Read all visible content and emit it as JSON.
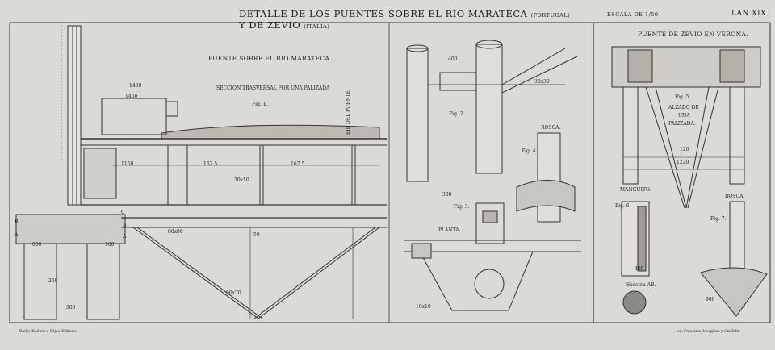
{
  "header": {
    "title_main": "DETALLE DE LOS PUENTES SOBRE EL RIO MARATECA",
    "title_portugal": "(PORTUGAL)",
    "title_mid": "Y DE ZEVIO",
    "title_italia": "(ITALIA)",
    "escala": "ESCALA DE 1/50",
    "lamina": "LAN XIX"
  },
  "left_panel": {
    "title": "PUENTE SOBRE EL RIO MARATECA.",
    "subtitle": "SECCION TRASVERSAL POR UNA PALIZADA",
    "fig": "Fig. 1.",
    "axis_label": "EJE DEL PUENTE",
    "labels": {
      "a_left": "A",
      "b_left": "B",
      "c_left": "C",
      "a_right": "A",
      "b_right": "B"
    },
    "dims": [
      "1400",
      "1450",
      "1150",
      "167.5",
      "167.5",
      "80x80",
      "50",
      "90x70",
      "30x10",
      "800",
      "250",
      "180",
      "300"
    ]
  },
  "middle_panel": {
    "fig2": "Fig. 2.",
    "fig3": "Fig. 3.",
    "fig4": "Fig. 4.",
    "rosca": "ROSCA.",
    "planta": "PLANTA.",
    "dims": [
      "400",
      "300",
      "30x30",
      "10x10"
    ]
  },
  "right_panel": {
    "title": "PUENTE DE ZEVIO EN VERONA.",
    "fig5": "Fig. 5.",
    "alzado": [
      "ALZADO DE",
      "UNA",
      "PALIZADA."
    ],
    "manguito": "MANGUITO.",
    "rosca": "ROSCA.",
    "fig6": "Fig. 6.",
    "fig7": "Fig. 7.",
    "seccion": "Seccion AB.",
    "dims": [
      "120",
      "1220",
      "400",
      "900"
    ]
  },
  "footer": {
    "left": "Bailly-Baillere é Hijos. Editores.",
    "right": "Lit. Francisco Jovagines y Cía Edit."
  }
}
